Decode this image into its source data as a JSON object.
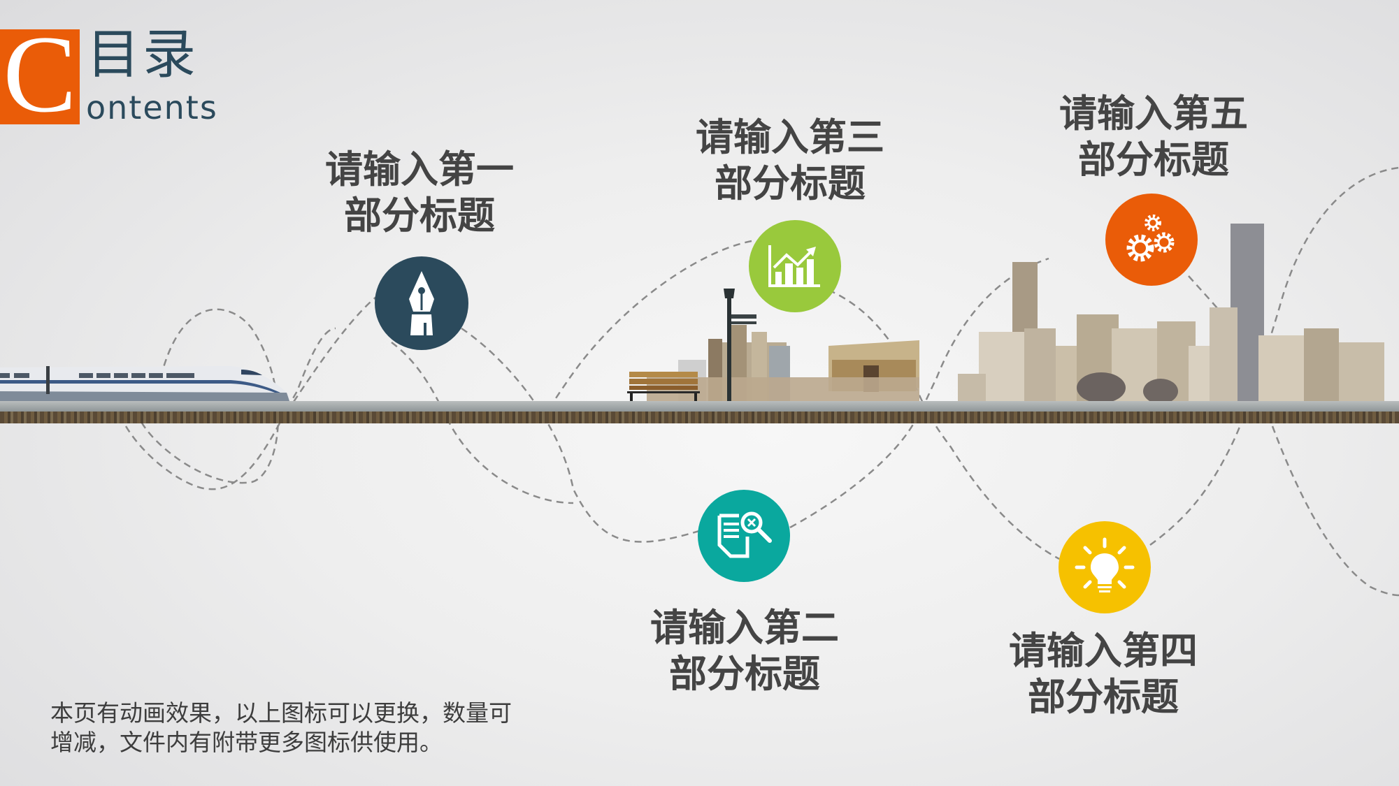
{
  "header": {
    "logo_letter": "C",
    "title_cn": "目录",
    "title_en_rest": "ontents"
  },
  "sections": [
    {
      "line1": "请输入第一",
      "line2": "部分标题",
      "icon": "fountain-pen-icon",
      "color": "#2b4a5c"
    },
    {
      "line1": "请输入第二",
      "line2": "部分标题",
      "icon": "document-search-icon",
      "color": "#0aa89e"
    },
    {
      "line1": "请输入第三",
      "line2": "部分标题",
      "icon": "growth-chart-icon",
      "color": "#99c93c"
    },
    {
      "line1": "请输入第四",
      "line2": "部分标题",
      "icon": "lightbulb-icon",
      "color": "#f6c100"
    },
    {
      "line1": "请输入第五",
      "line2": "部分标题",
      "icon": "gears-icon",
      "color": "#ea5c08"
    }
  ],
  "note": {
    "line1": "本页有动画效果，以上图标可以更换，数量可",
    "line2": "增减，文件内有附带更多图标供使用。"
  },
  "scene": {
    "left": "high-speed-train",
    "middle": "bench-lamp-post-buildings",
    "right": "city-skyline"
  },
  "colors": {
    "accent_orange": "#ea5c08",
    "navy": "#2b4a5c",
    "teal": "#0aa89e",
    "green": "#99c93c",
    "yellow": "#f6c100",
    "text": "#444444"
  }
}
